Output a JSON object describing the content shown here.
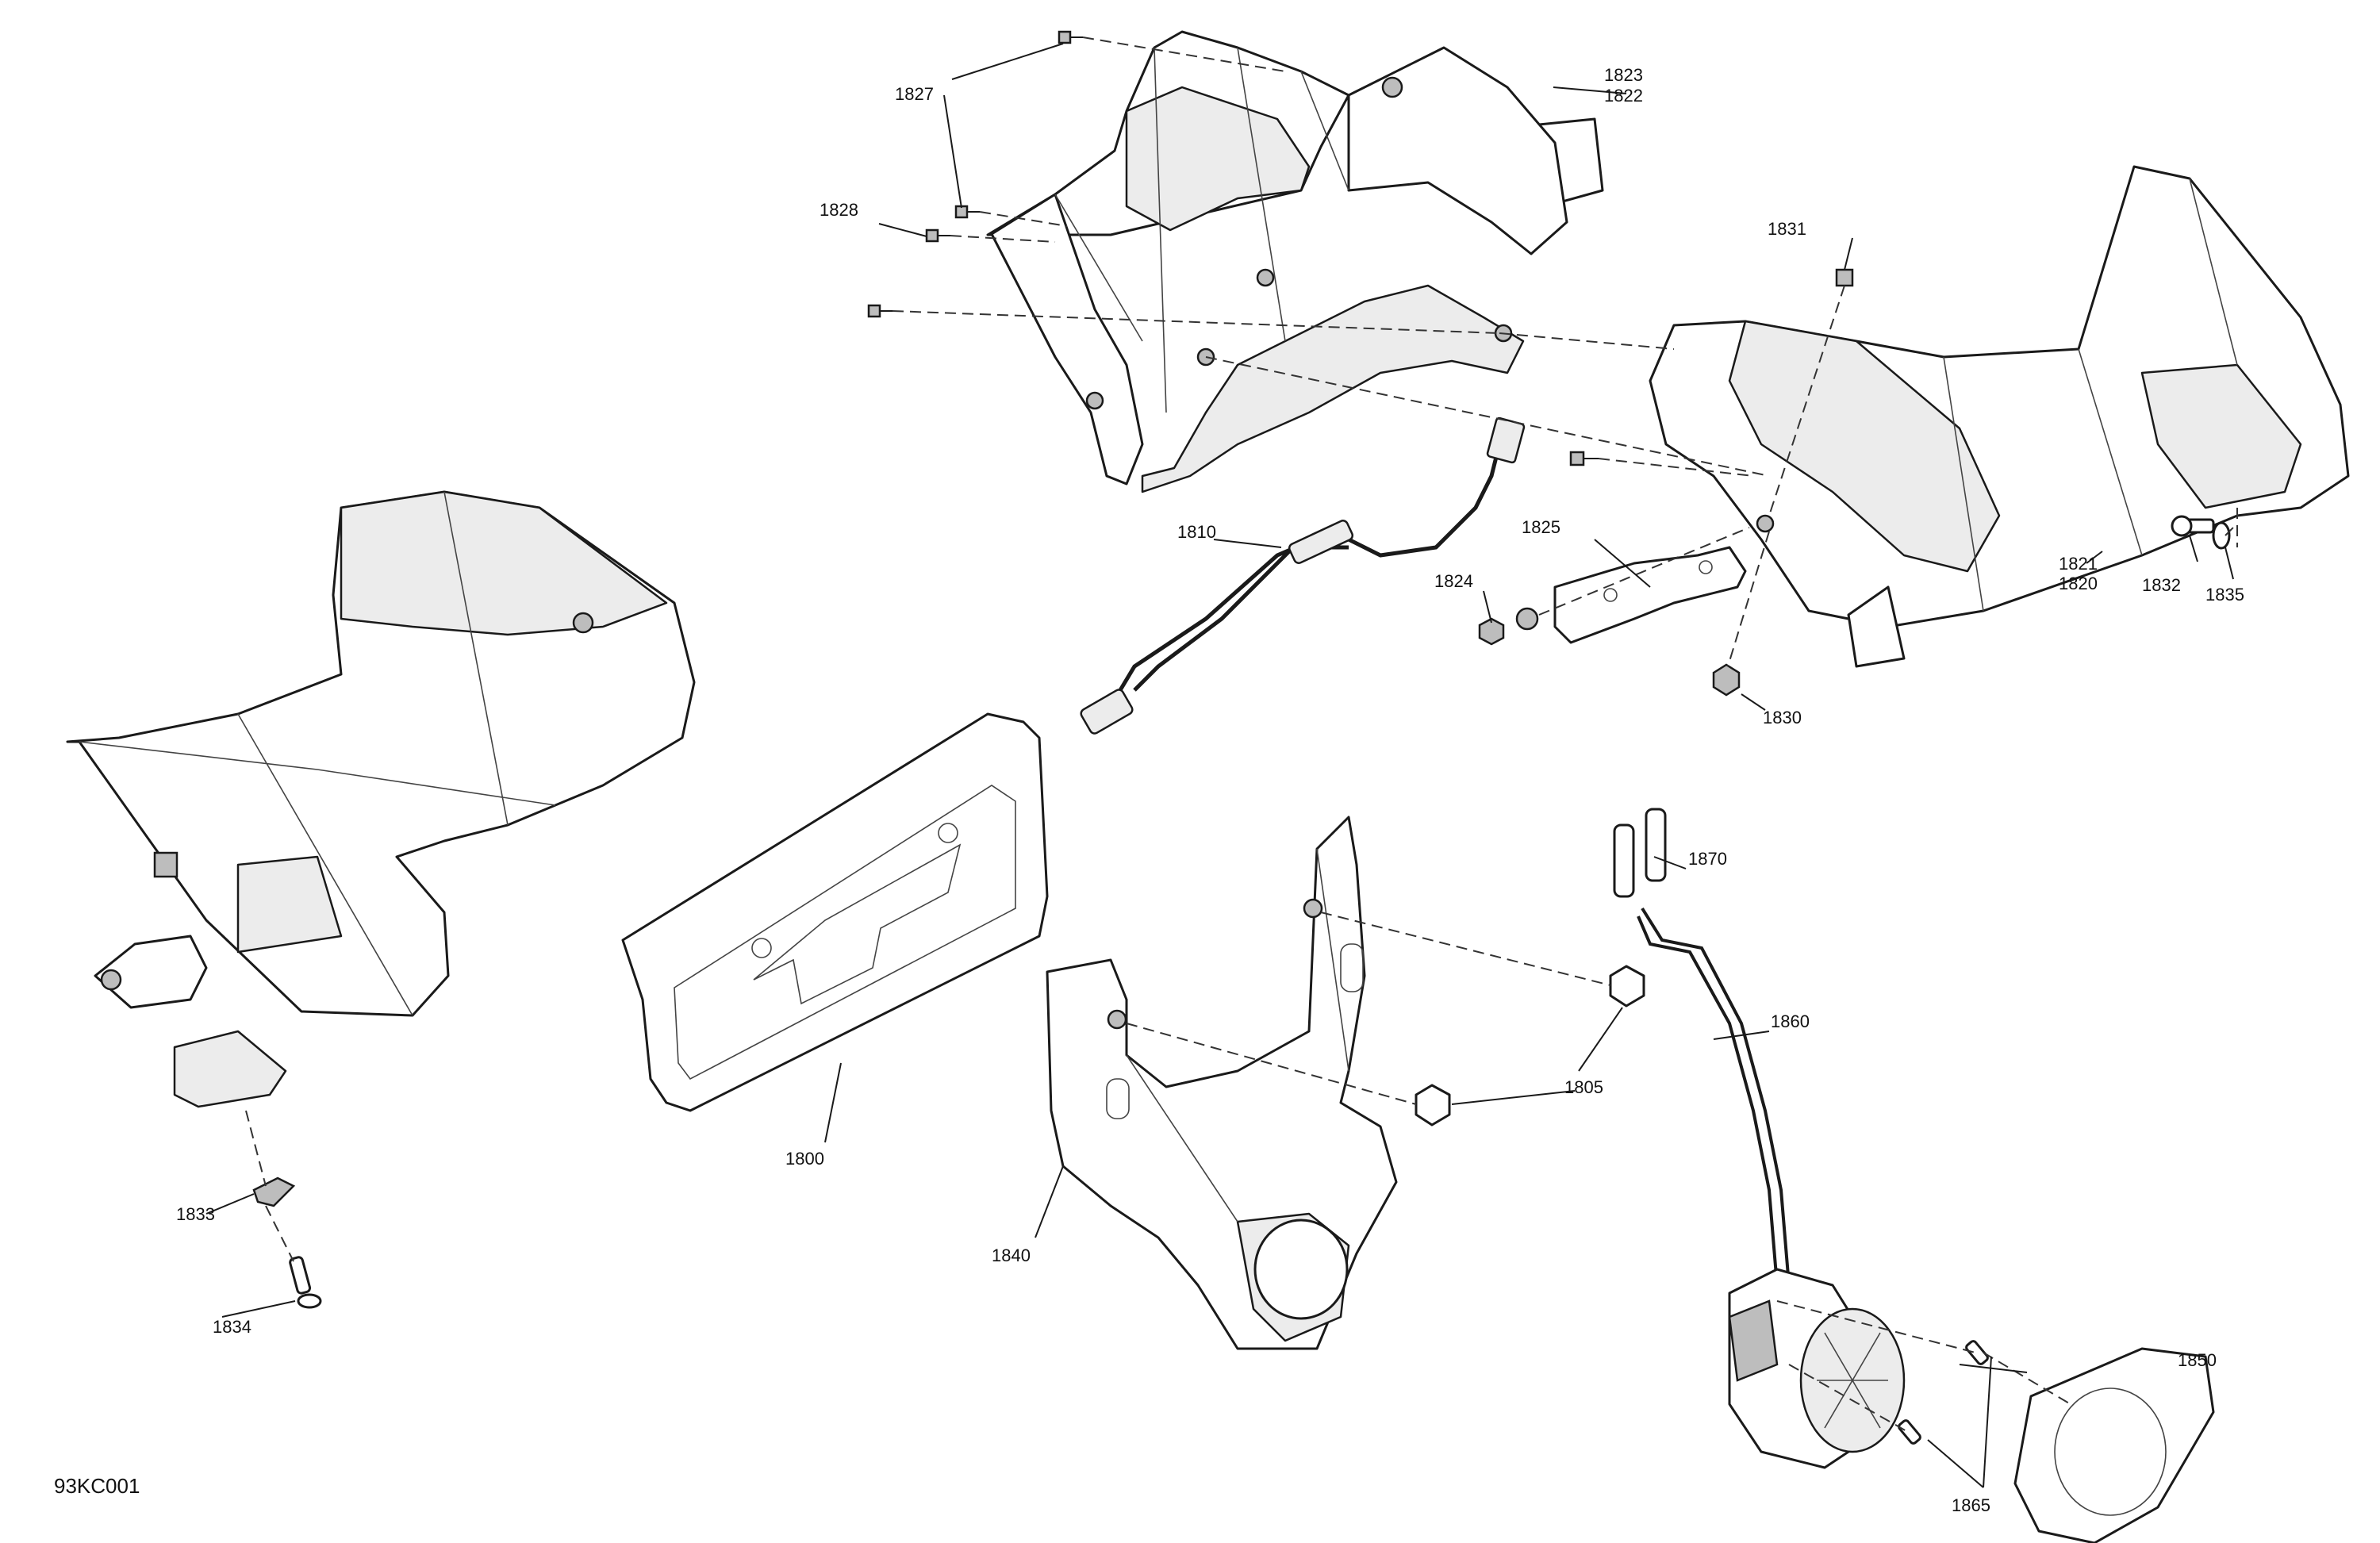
{
  "diagram_id": "93KC001",
  "callouts": {
    "c1800": "1800",
    "c1805": "1805",
    "c1810": "1810",
    "c1820": "1820",
    "c1821": "1821",
    "c1822": "1822",
    "c1823": "1823",
    "c1824": "1824",
    "c1825": "1825",
    "c1827": "1827",
    "c1828": "1828",
    "c1830": "1830",
    "c1831": "1831",
    "c1832": "1832",
    "c1833": "1833",
    "c1834": "1834",
    "c1835": "1835",
    "c1840": "1840",
    "c1850": "1850",
    "c1860": "1860",
    "c1865": "1865",
    "c1870": "1870"
  }
}
